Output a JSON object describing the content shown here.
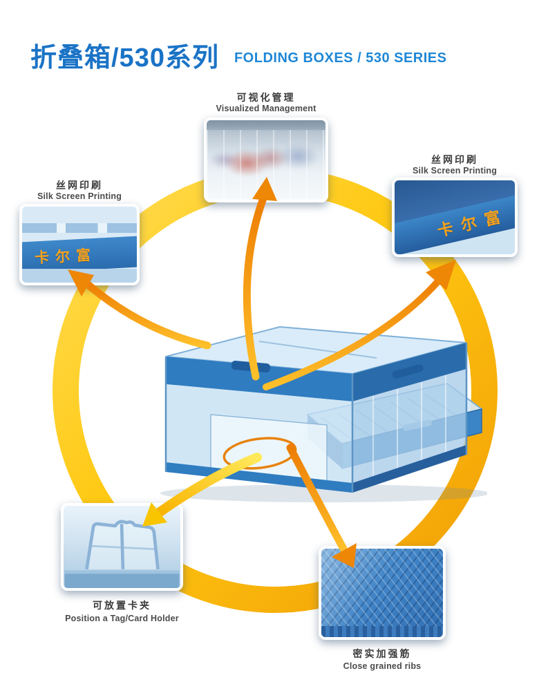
{
  "page": {
    "title_cn": "折叠箱/530系列",
    "title_en": "FOLDING BOXES / 530 SERIES"
  },
  "product": {
    "brand": "卡尔富"
  },
  "callouts": {
    "visualized": {
      "cn": "可视化管理",
      "en": "Visualized Management"
    },
    "silk_left": {
      "cn": "丝网印刷",
      "en": "Silk Screen Printing"
    },
    "silk_right": {
      "cn": "丝网印刷",
      "en": "Silk Screen Printing"
    },
    "card_holder": {
      "cn": "可放置卡夹",
      "en": "Position a Tag/Card Holder"
    },
    "ribs": {
      "cn": "密实加强筋",
      "en": "Close grained ribs"
    }
  },
  "colors": {
    "title_blue": "#1a73c6",
    "ring_yellow": "#ffc810",
    "arrow_orange": "#ee8606",
    "box_blue": "#2f7cc0",
    "brand_orange": "#f7a21b"
  }
}
